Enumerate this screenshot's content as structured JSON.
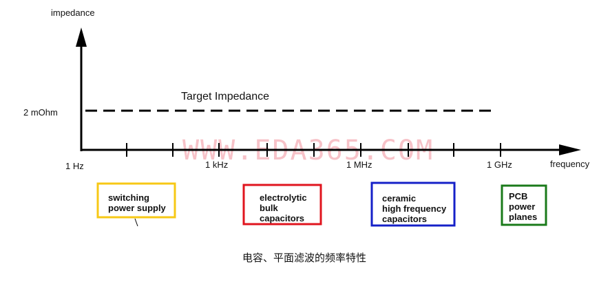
{
  "axes": {
    "y_label": "impedance",
    "x_label": "frequency",
    "y_tick_label": "2 mOhm",
    "x_tick_labels": [
      "1 Hz",
      "1 kHz",
      "1 MHz",
      "1 GHz"
    ]
  },
  "target_label": "Target Impedance",
  "watermark": "WWW.EDA365.COM",
  "boxes": [
    {
      "name": "switching-power-supply-box",
      "lines": [
        "switching",
        "power supply"
      ],
      "color": "#f7c815"
    },
    {
      "name": "electrolytic-bulk-capacitors-box",
      "lines": [
        "electrolytic",
        "bulk",
        "capacitors"
      ],
      "color": "#e0141e"
    },
    {
      "name": "ceramic-high-frequency-capacitors-box",
      "lines": [
        "ceramic",
        "high frequency",
        "capacitors"
      ],
      "color": "#1520c8"
    },
    {
      "name": "pcb-power-planes-box",
      "lines": [
        "PCB",
        "power",
        "planes"
      ],
      "color": "#1a7a1a"
    }
  ],
  "caption": "电容、平面滤波的频率特性"
}
